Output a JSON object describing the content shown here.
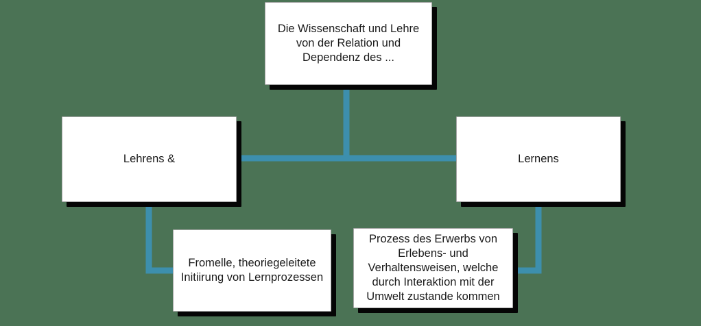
{
  "diagram": {
    "title": "Lehren und Lernen Begriffsdiagramm",
    "background_color": "#4b7355",
    "connector_color": "#3d8fad",
    "box_fill_color": "#ffffff",
    "box_border_color": "#a6a6a6",
    "box_shadow_color": "#050505",
    "text_color": "#1a1a1a",
    "nodes": [
      {
        "id": "top",
        "name": "definition-box",
        "text": "Die Wissenschaft und Lehre\nvon der Relation und\nDependenz des ..."
      },
      {
        "id": "left",
        "name": "lehrens-box",
        "text": "Lehrens &"
      },
      {
        "id": "right",
        "name": "lernens-box",
        "text": "Lernens"
      },
      {
        "id": "bottom_left",
        "name": "lehrens-detail-box",
        "text": "Fromelle, theoriegeleitete\nInitiirung von Lernprozessen"
      },
      {
        "id": "bottom_right",
        "name": "lernens-detail-box",
        "text": "Prozess des Erwerbs von\nErlebens- und\nVerhaltensweisen, welche\ndurch Interaktion mit der\nUmwelt zustande kommen"
      }
    ],
    "connectors": [
      {
        "id": "top_stem",
        "from": "top",
        "to": "spine",
        "kind": "vertical"
      },
      {
        "id": "spine",
        "from": "left",
        "to": "right",
        "kind": "horizontal"
      },
      {
        "id": "left_elbow",
        "from": "left",
        "to": "bottom_left",
        "kind": "elbow"
      },
      {
        "id": "right_elbow",
        "from": "right",
        "to": "bottom_right",
        "kind": "elbow"
      }
    ]
  }
}
